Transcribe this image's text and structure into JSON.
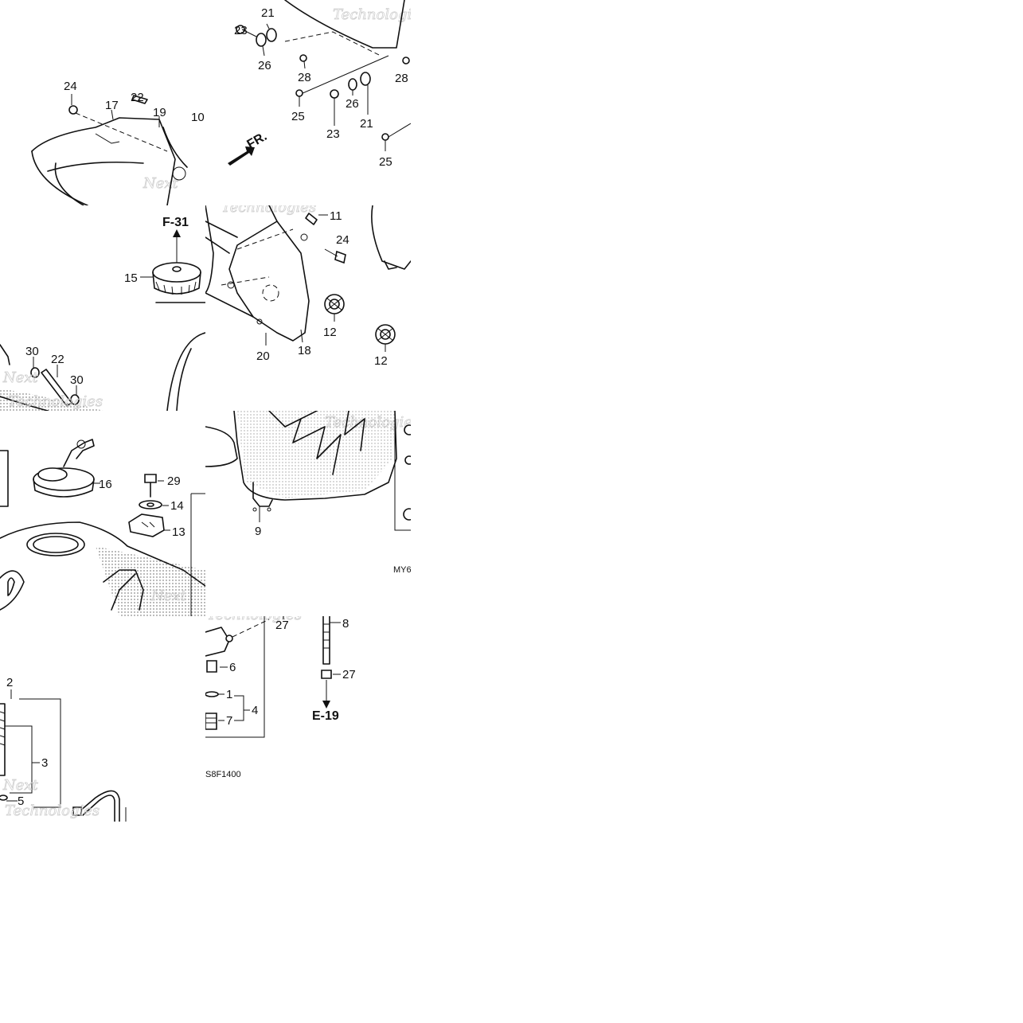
{
  "diagram": {
    "direction_label": "FR.",
    "references": [
      "F-31",
      "E-19"
    ],
    "codes": [
      "MY6",
      "S8F1400"
    ],
    "watermark": [
      "Next",
      "Technologies"
    ],
    "tiles": {
      "t00": [
        "24",
        "17",
        "22",
        "19",
        "10"
      ],
      "t01": [
        "21",
        "23",
        "26",
        "28",
        "25",
        "23",
        "26",
        "21",
        "28",
        "25"
      ],
      "t10": [
        "15",
        "30",
        "22",
        "30"
      ],
      "t11": [
        "11",
        "24",
        "12",
        "20",
        "18",
        "12"
      ],
      "t20": [
        "16",
        "29",
        "14",
        "13"
      ],
      "t21": [
        "9"
      ],
      "t30": [
        "2",
        "3",
        "5"
      ],
      "t31": [
        "27",
        "6",
        "1",
        "7",
        "4",
        "8",
        "27"
      ]
    }
  }
}
